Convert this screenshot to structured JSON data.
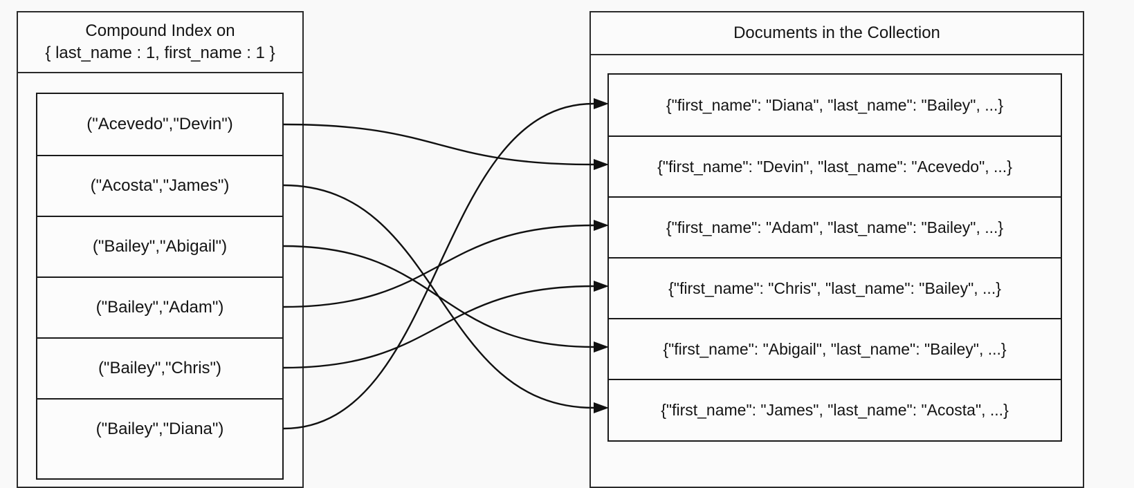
{
  "index_panel": {
    "title_line1": "Compound Index on",
    "title_line2": "{ last_name : 1, first_name : 1 }",
    "entries": [
      "(\"Acevedo\",\"Devin\")",
      "(\"Acosta\",\"James\")",
      "(\"Bailey\",\"Abigail\")",
      "(\"Bailey\",\"Adam\")",
      "(\"Bailey\",\"Chris\")",
      "(\"Bailey\",\"Diana\")"
    ]
  },
  "documents_panel": {
    "title": "Documents in the Collection",
    "documents": [
      "{\"first_name\": \"Diana\", \"last_name\": \"Bailey\", ...}",
      "{\"first_name\": \"Devin\", \"last_name\": \"Acevedo\", ...}",
      "{\"first_name\": \"Adam\", \"last_name\": \"Bailey\", ...}",
      "{\"first_name\": \"Chris\", \"last_name\": \"Bailey\", ...}",
      "{\"first_name\": \"Abigail\", \"last_name\": \"Bailey\", ...}",
      "{\"first_name\": \"James\", \"last_name\": \"Acosta\", ...}"
    ]
  },
  "links": [
    {
      "from_entry": 0,
      "to_document": 1
    },
    {
      "from_entry": 1,
      "to_document": 5
    },
    {
      "from_entry": 2,
      "to_document": 4
    },
    {
      "from_entry": 3,
      "to_document": 2
    },
    {
      "from_entry": 4,
      "to_document": 3
    },
    {
      "from_entry": 5,
      "to_document": 0
    }
  ],
  "colors": {
    "line": "#111111",
    "border": "#2a2a2a",
    "background": "#f9f9f9"
  }
}
